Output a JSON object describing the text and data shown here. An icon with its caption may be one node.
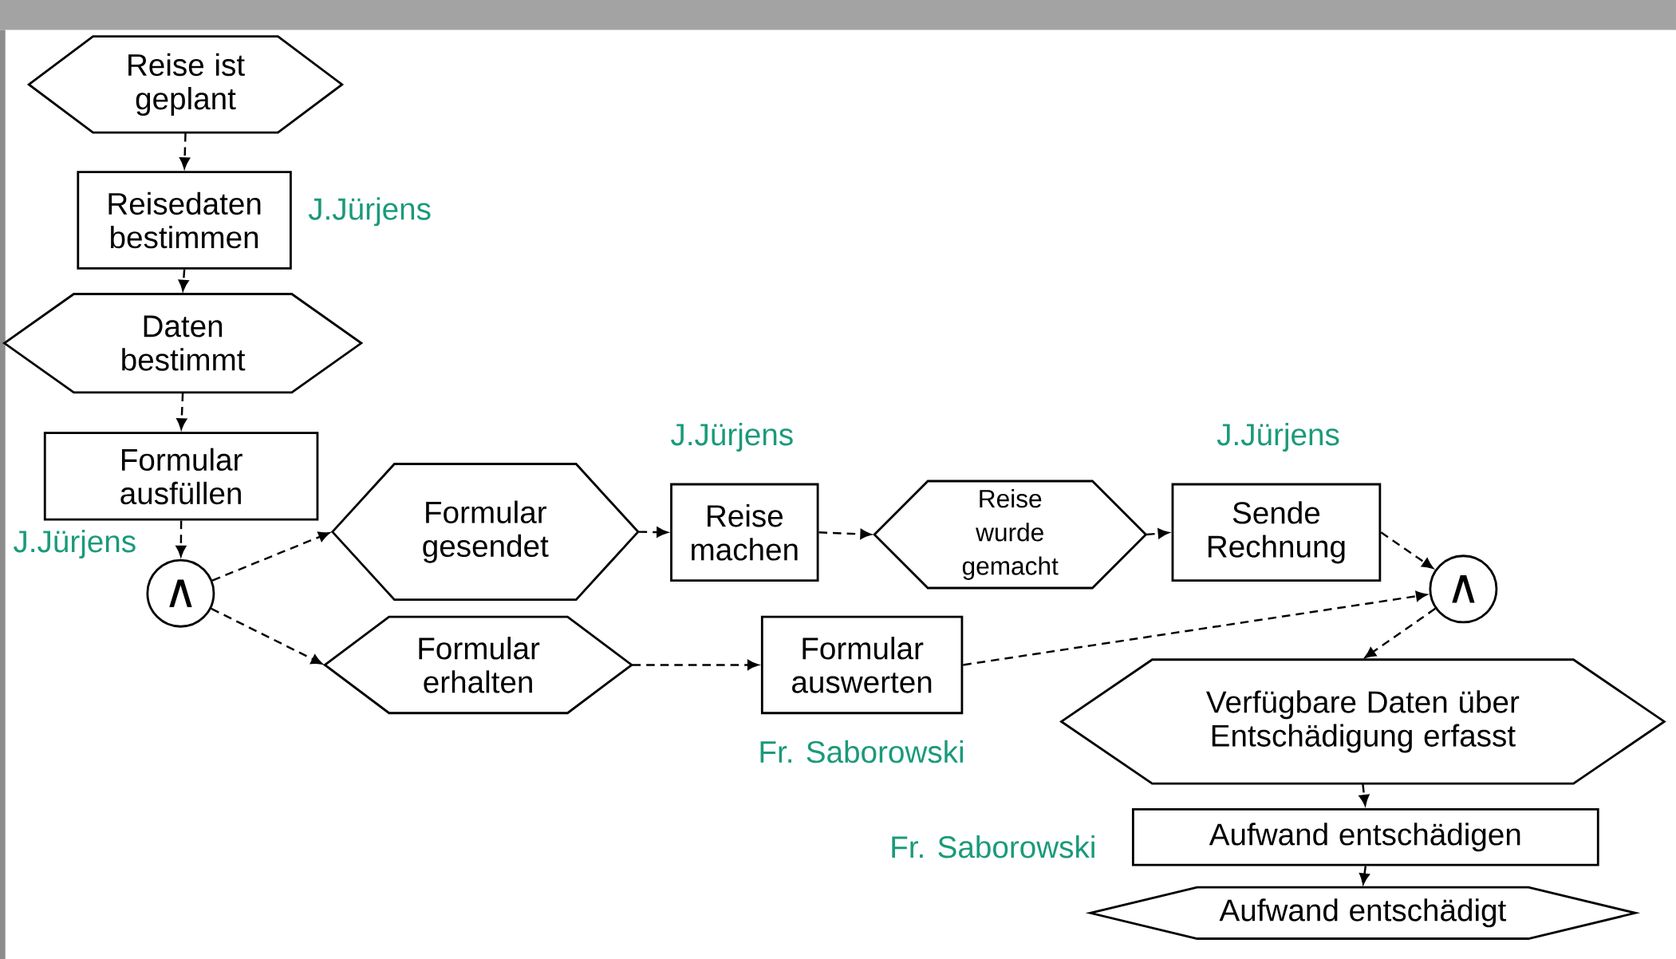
{
  "diagram": {
    "nodes": [
      {
        "text": [
          "Reise ist geplant"
        ]
      },
      {
        "text": [
          "Reisedaten bestimmen"
        ],
        "beside": [
          "J.Jürjens"
        ]
      },
      {
        "text": [
          "Daten bestimmt"
        ]
      },
      {
        "text": [
          "Formular ausfüllen"
        ],
        "beside": [
          "J.Jürjens"
        ]
      },
      {
        "text": [
          "∧"
        ]
      },
      {
        "text": [
          "Formular gesendet"
        ]
      },
      {
        "text": [
          "Reise machen"
        ],
        "beside": [
          "J.Jürjens"
        ]
      },
      {
        "text": [
          "Reise wurde gemacht"
        ]
      },
      {
        "text": [
          "Sende Rechnung"
        ],
        "beside": [
          "J.Jürjens"
        ]
      },
      {
        "text": [
          "Formular erhalten"
        ]
      },
      {
        "text": [
          "Formular auswerten"
        ],
        "beside": [
          "Fr. Saborowski"
        ]
      },
      {
        "text": [
          "∧"
        ]
      },
      {
        "text": [
          "Verfügbare Daten über Entschädigung erfasst"
        ]
      },
      {
        "text": [
          "Aufwand entschädigen"
        ],
        "beside": [
          "Fr. Saborowski"
        ]
      },
      {
        "text": [
          "Aufwand entschädigt"
        ]
      }
    ],
    "edges": [
      {
        "from": 0,
        "to": 1,
        "arrow": "to",
        "style": "dashed"
      },
      {
        "from": 1,
        "to": 2,
        "arrow": "to",
        "style": "dashed"
      },
      {
        "from": 2,
        "to": 3,
        "arrow": "to",
        "style": "dashed"
      },
      {
        "from": 3,
        "to": 4,
        "arrow": "to",
        "style": "dashed"
      },
      {
        "from": 4,
        "to": 5,
        "arrow": "to",
        "style": "dashed"
      },
      {
        "from": 4,
        "to": 9,
        "arrow": "to",
        "style": "dashed"
      },
      {
        "from": 5,
        "to": 6,
        "arrow": "to",
        "style": "dashed"
      },
      {
        "from": 6,
        "to": 7,
        "arrow": "to",
        "style": "dashed"
      },
      {
        "from": 7,
        "to": 8,
        "arrow": "to",
        "style": "dashed"
      },
      {
        "from": 8,
        "to": 11,
        "arrow": "to",
        "style": "dashed"
      },
      {
        "from": 9,
        "to": 10,
        "arrow": "to",
        "style": "dashed"
      },
      {
        "from": 10,
        "to": 11,
        "arrow": "to",
        "style": "dashed"
      },
      {
        "from": 11,
        "to": 12,
        "arrow": "to",
        "style": "dashed"
      },
      {
        "from": 12,
        "to": 13,
        "arrow": "to",
        "style": "dashed"
      },
      {
        "from": 13,
        "to": 14,
        "arrow": "to",
        "style": "dashed"
      }
    ]
  }
}
